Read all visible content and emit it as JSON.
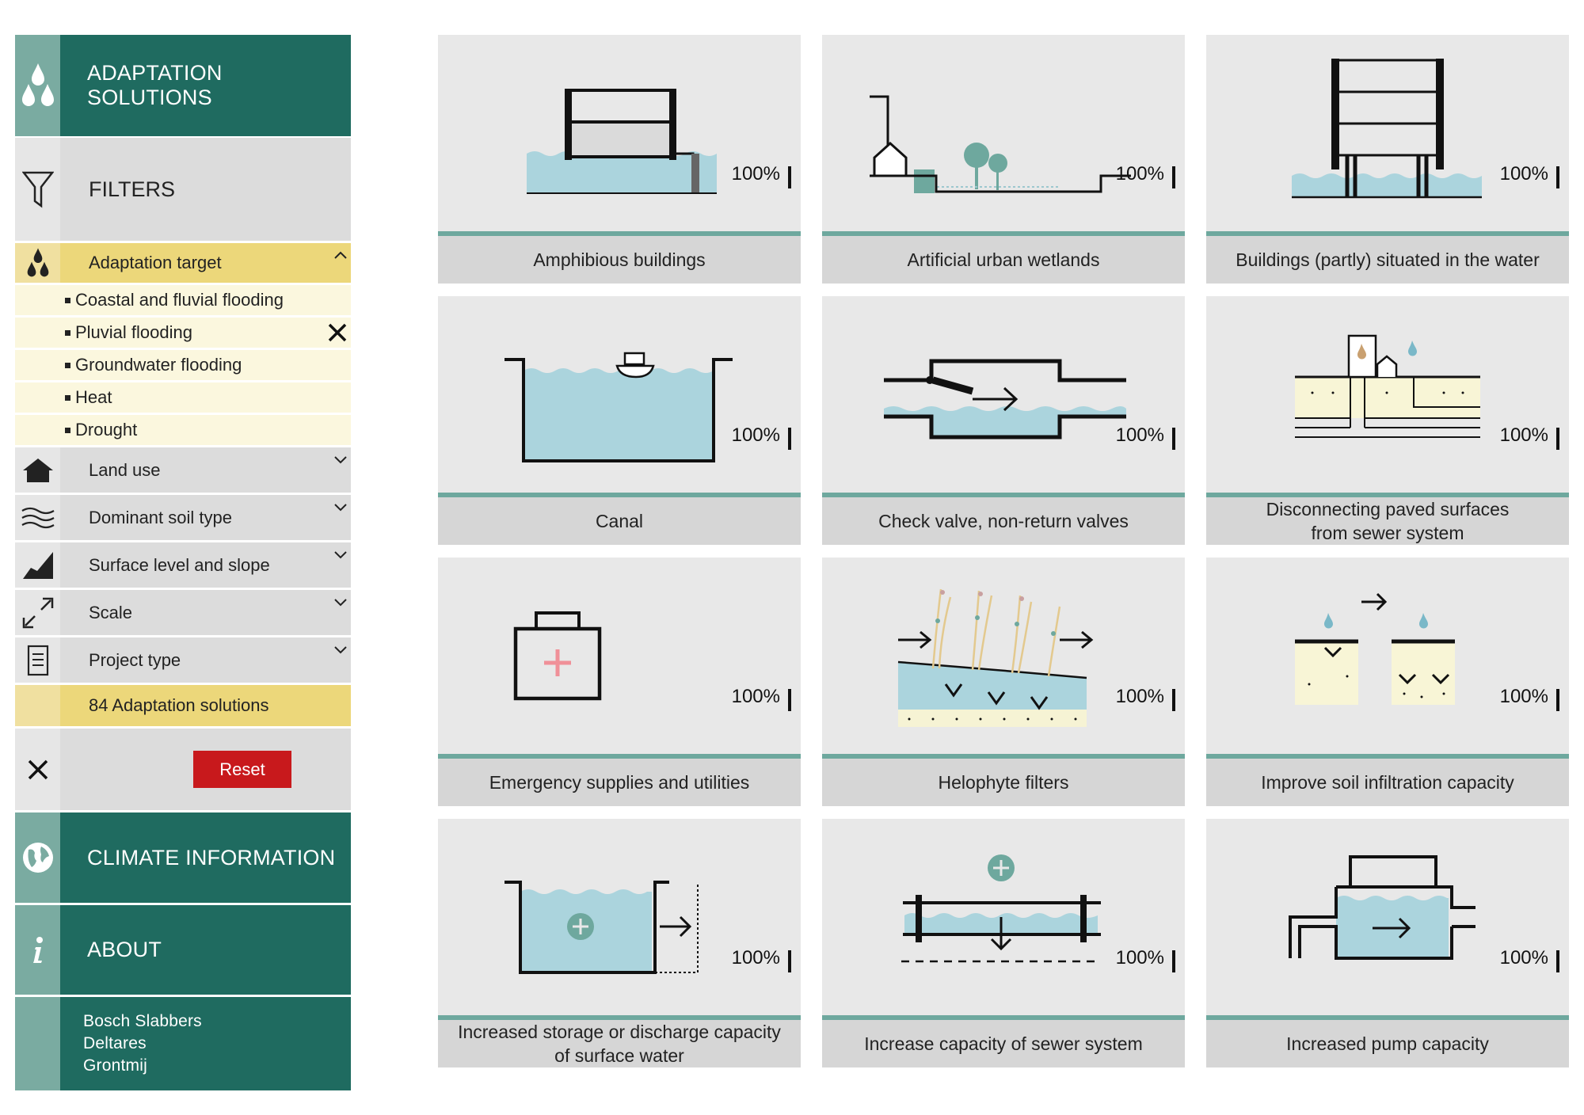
{
  "sidebar": {
    "adaptation_title": "ADAPTATION SOLUTIONS",
    "filters_title": "FILTERS",
    "adaptation_target": {
      "label": "Adaptation target",
      "items": [
        "Coastal and fluvial flooding",
        "Pluvial flooding",
        "Groundwater flooding",
        "Heat",
        "Drought"
      ]
    },
    "categories": [
      "Land use",
      "Dominant soil type",
      "Surface level and slope",
      "Scale",
      "Project type"
    ],
    "result_count": "84 Adaptation solutions",
    "reset_label": "Reset",
    "climate_title": "CLIMATE INFORMATION",
    "about_title": "ABOUT",
    "credits": [
      "Bosch Slabbers",
      "Deltares",
      "Grontmij"
    ]
  },
  "tiles": [
    {
      "title": "Amphibious buildings",
      "pct": "100%"
    },
    {
      "title": "Artificial urban wetlands",
      "pct": "100%"
    },
    {
      "title": "Buildings (partly) situated in the water",
      "pct": "100%"
    },
    {
      "title": "Canal",
      "pct": "100%"
    },
    {
      "title": "Check valve, non-return valves",
      "pct": "100%"
    },
    {
      "title_line1": "Disconnecting paved surfaces",
      "title_line2": "from sewer system",
      "pct": "100%"
    },
    {
      "title": "Emergency supplies and utilities",
      "pct": "100%"
    },
    {
      "title": "Helophyte filters",
      "pct": "100%"
    },
    {
      "title": "Improve soil infiltration capacity",
      "pct": "100%"
    },
    {
      "title_line1": "Increased storage or discharge capacity",
      "title_line2": "of surface water",
      "pct": "100%"
    },
    {
      "title": "Increase capacity of sewer system",
      "pct": "100%"
    },
    {
      "title": "Increased pump capacity",
      "pct": "100%"
    }
  ],
  "colors": {
    "green_dark": "#1f6b60",
    "green_light": "#7aaba1",
    "yellow": "#ecd77a",
    "yellow_light": "#fbf7de",
    "water": "#abd4dd",
    "reset_red": "#c8191c"
  }
}
